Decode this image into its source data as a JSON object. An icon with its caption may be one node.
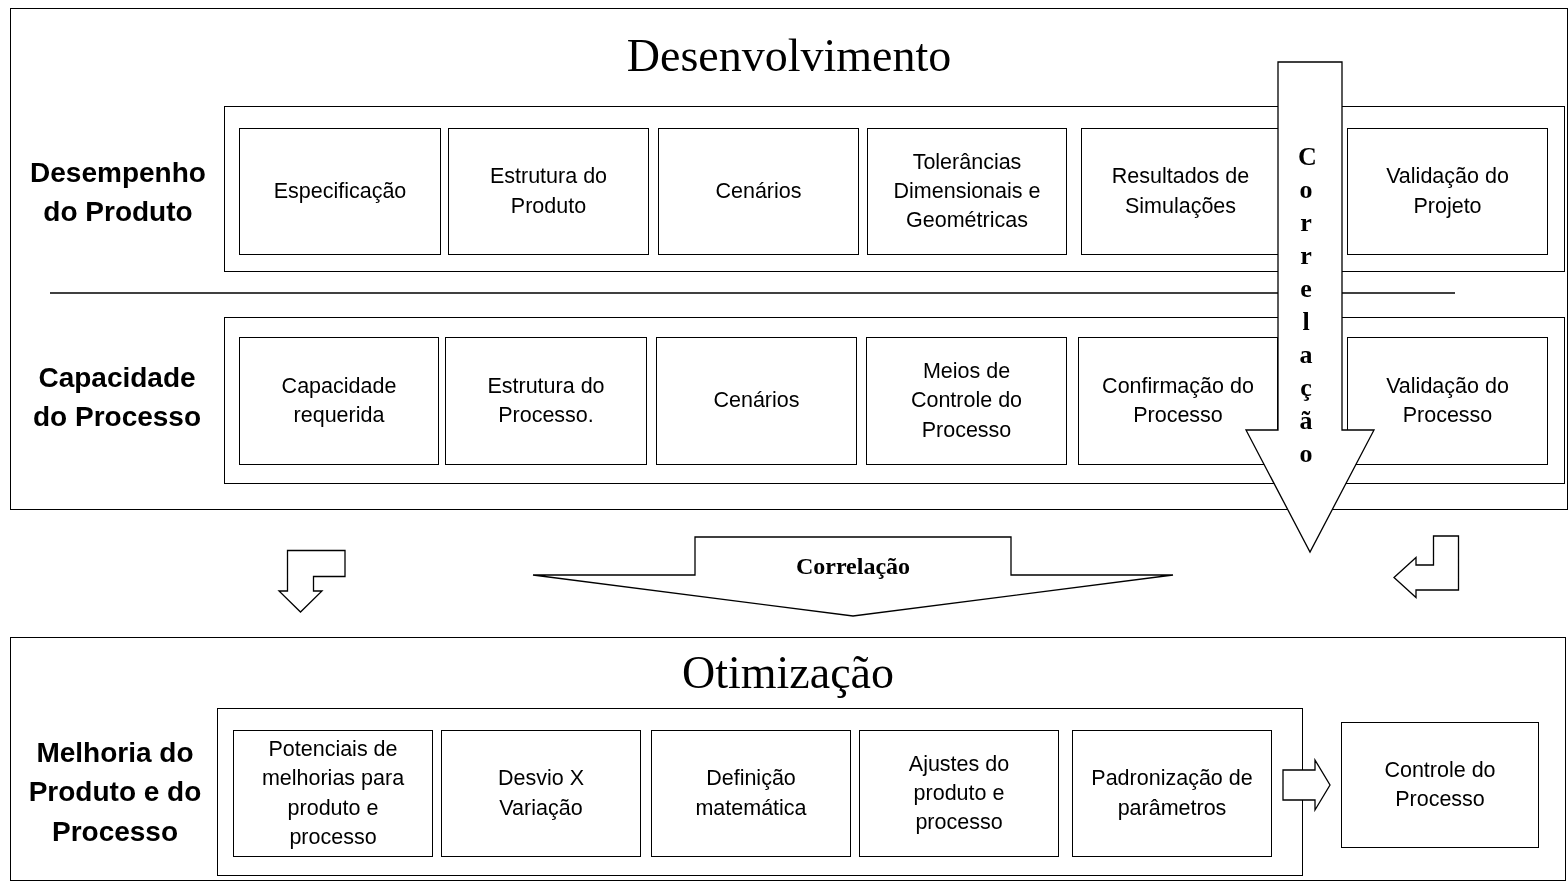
{
  "diagram": {
    "nodes": [
      {
        "text": [
          "Desenvolvimento"
        ]
      },
      {
        "text": [],
        "shape": "box",
        "in": 0,
        "beside": [
          "Desempenho do Produto"
        ]
      },
      {
        "text": [
          "Especificação"
        ],
        "in": 1
      },
      {
        "text": [
          "Estrutura do Produto"
        ],
        "in": 1
      },
      {
        "text": [
          "Cenários"
        ],
        "in": 1
      },
      {
        "text": [
          "Tolerâncias Dimensionais e Geométricas"
        ],
        "in": 1
      },
      {
        "text": [
          "Resultados de Simulações"
        ],
        "in": 1
      },
      {
        "text": [
          "Validação do Projeto"
        ],
        "in": 1
      },
      {
        "text": [],
        "shape": "box",
        "in": 0,
        "beside": [
          "Capacidade do Processo"
        ]
      },
      {
        "text": [
          "Capacidade requerida"
        ],
        "in": 8
      },
      {
        "text": [
          "Estrutura do Processo."
        ],
        "in": 8
      },
      {
        "text": [
          "Cenários"
        ],
        "in": 8
      },
      {
        "text": [
          "Meios de Controle do Processo"
        ],
        "in": 8
      },
      {
        "text": [
          "Confirmação do Processo"
        ],
        "in": 8
      },
      {
        "text": [
          "Validação do Processo"
        ],
        "in": 8
      },
      {
        "text": [
          "Otimização"
        ]
      },
      {
        "text": [],
        "shape": "box",
        "in": 15,
        "beside": [
          "Melhoria do Produto e do Processo"
        ]
      },
      {
        "text": [
          "Potenciais de melhorias para produto e processo"
        ],
        "in": 16
      },
      {
        "text": [
          "Desvio X Variação"
        ],
        "in": 16
      },
      {
        "text": [
          "Definição matemática"
        ],
        "in": 16
      },
      {
        "text": [
          "Ajustes do produto e processo"
        ],
        "in": 16
      },
      {
        "text": [
          "Padronização de parâmetros"
        ],
        "in": 16
      },
      {
        "text": [
          "Controle do Processo"
        ],
        "in": 15
      }
    ],
    "edges": [
      {
        "from": 1,
        "to": 8,
        "arrow": "to",
        "label": "Correlação"
      },
      {
        "from": 0,
        "to": 15,
        "arrow": "to",
        "label": "Correlação"
      },
      {
        "from": 0,
        "to": 15,
        "arrow": "to"
      },
      {
        "from": 0,
        "to": 15,
        "arrow": "to"
      },
      {
        "from": 16,
        "to": 22,
        "arrow": "to"
      }
    ]
  }
}
